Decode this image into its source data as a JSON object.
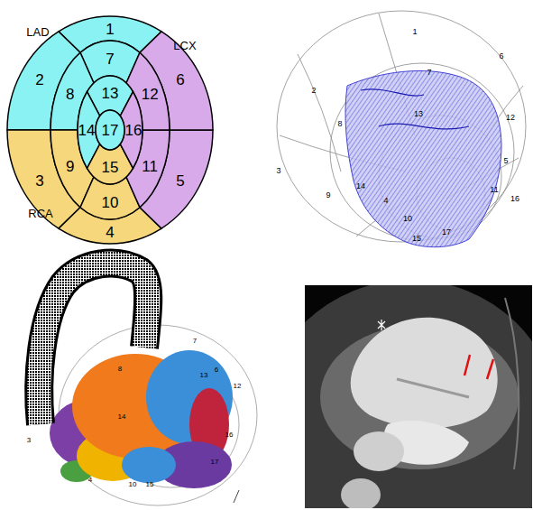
{
  "diagram": {
    "nodes": [
      {
        "text": [
          "1"
        ]
      },
      {
        "text": [
          "2"
        ]
      },
      {
        "text": [
          "3"
        ]
      },
      {
        "text": [
          "4"
        ]
      },
      {
        "text": [
          "5"
        ]
      },
      {
        "text": [
          "6"
        ]
      },
      {
        "text": [
          "7"
        ]
      },
      {
        "text": [
          "8"
        ]
      },
      {
        "text": [
          "9"
        ]
      },
      {
        "text": [
          "10"
        ]
      },
      {
        "text": [
          "11"
        ]
      },
      {
        "text": [
          "12"
        ]
      },
      {
        "text": [
          "13"
        ]
      },
      {
        "text": [
          "14"
        ]
      },
      {
        "text": [
          "15"
        ]
      },
      {
        "text": [
          "16"
        ]
      },
      {
        "text": [
          "17"
        ]
      }
    ],
    "labels": [
      "LAD",
      "LCX",
      "RCA",
      "1",
      "6",
      "2",
      "7",
      "12",
      "13",
      "8",
      "5",
      "3",
      "11",
      "16",
      "14",
      "9",
      "4",
      "10",
      "17",
      "15",
      "7",
      "8",
      "13",
      "6",
      "12",
      "14",
      "16",
      "3",
      "17",
      "4",
      "10",
      "15"
    ]
  }
}
